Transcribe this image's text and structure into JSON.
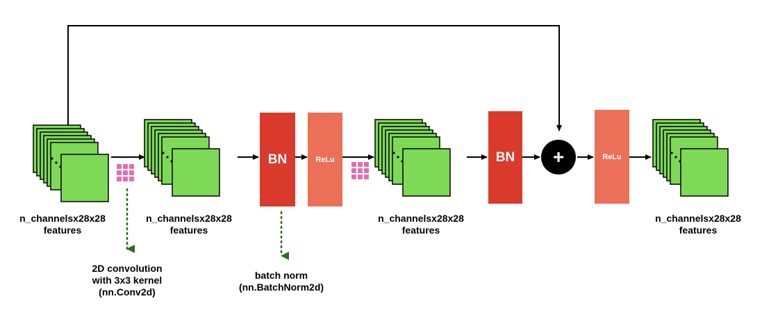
{
  "feature_labels": [
    {
      "line1": "n_channelsx28x28",
      "line2": "features"
    },
    {
      "line1": "n_channelsx28x28",
      "line2": "features"
    },
    {
      "line1": "n_channelsx28x28",
      "line2": "features"
    },
    {
      "line1": "n_channelsx28x28",
      "line2": "features"
    }
  ],
  "blocks": {
    "bn1": "BN",
    "relu1": "ReLu",
    "bn2": "BN",
    "relu2": "ReLu",
    "sum": "+"
  },
  "annotations": {
    "conv": {
      "line1": "2D convolution",
      "line2": "with 3x3 kernel",
      "line3": "(nn.Conv2d)"
    },
    "batchnorm": {
      "line1": "batch norm",
      "line2": "(nn.BatchNorm2d)"
    }
  },
  "colors": {
    "feature_map": "#7ed957",
    "batchnorm": "#d93a2b",
    "relu": "#ec6f58",
    "kernel": "#e56db0",
    "dotted_arrow": "#2e6b1e"
  },
  "icons": {
    "feature_stack": "stacked-feature-maps-icon",
    "kernel": "3x3-kernel-grid-icon",
    "sum": "plus-circle-icon"
  }
}
